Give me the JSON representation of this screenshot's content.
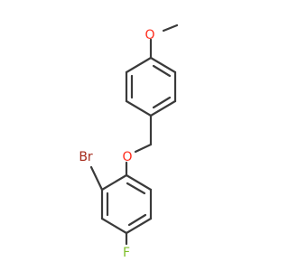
{
  "molecule": {
    "atoms": {
      "methoxy_o": {
        "symbol": "O",
        "color": "#ff2a1a"
      },
      "ether_o": {
        "symbol": "O",
        "color": "#ff2a1a"
      },
      "bromine": {
        "symbol": "Br",
        "color": "#a5291a"
      },
      "fluorine": {
        "symbol": "F",
        "color": "#7fbf2a"
      }
    },
    "bond_color": "#3a3a3a"
  }
}
